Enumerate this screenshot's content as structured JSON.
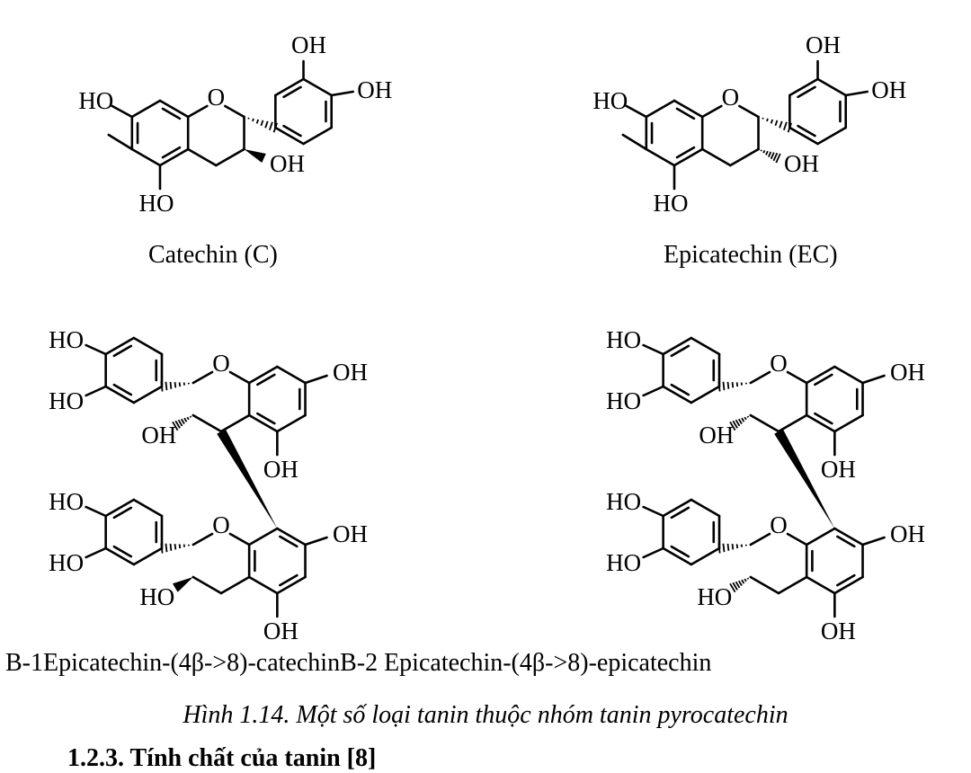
{
  "molecules": {
    "catechin": {
      "name": "Catechin (C)"
    },
    "epicatechin": {
      "name": "Epicatechin (EC)"
    }
  },
  "dimers": {
    "caption_line": "B-1Epicatechin-(4β->8)-catechinB-2 Epicatechin-(4β->8)-epicatechin"
  },
  "atom_labels": {
    "hydroxyl": "OH",
    "hydroxyl_left": "HO",
    "oxygen": "O"
  },
  "figure_caption": "Hình 1.14. Một số loại tanin thuộc nhóm tanin pyrocatechin",
  "section_heading": "1.2.3. Tính chất của tanin [8]"
}
